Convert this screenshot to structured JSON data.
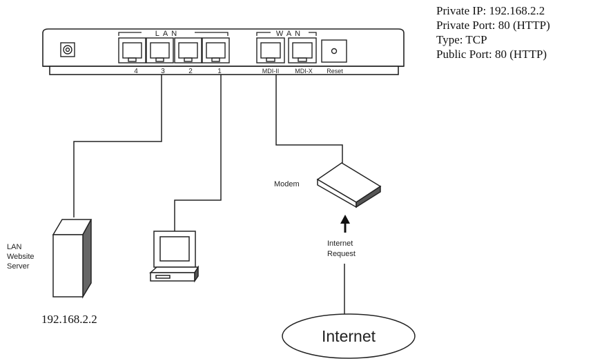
{
  "forwarding_rule": {
    "private_ip": "Private IP: 192.168.2.2",
    "private_port": "Private Port: 80 (HTTP)",
    "type": "Type: TCP",
    "public_port": "Public Port: 80 (HTTP)"
  },
  "router": {
    "lan_group_label": "LAN",
    "wan_group_label": "WAN",
    "lan_ports": [
      "4",
      "3",
      "2",
      "1"
    ],
    "wan_port_labels": [
      "MDI-II",
      "MDI-X"
    ],
    "reset_label": "Reset"
  },
  "server": {
    "label_lines": [
      "LAN",
      "Website",
      "Server"
    ],
    "ip": "192.168.2.2"
  },
  "modem": {
    "label": "Modem"
  },
  "request": {
    "label_lines": [
      "Internet",
      "Request"
    ]
  },
  "internet": {
    "label": "Internet"
  }
}
